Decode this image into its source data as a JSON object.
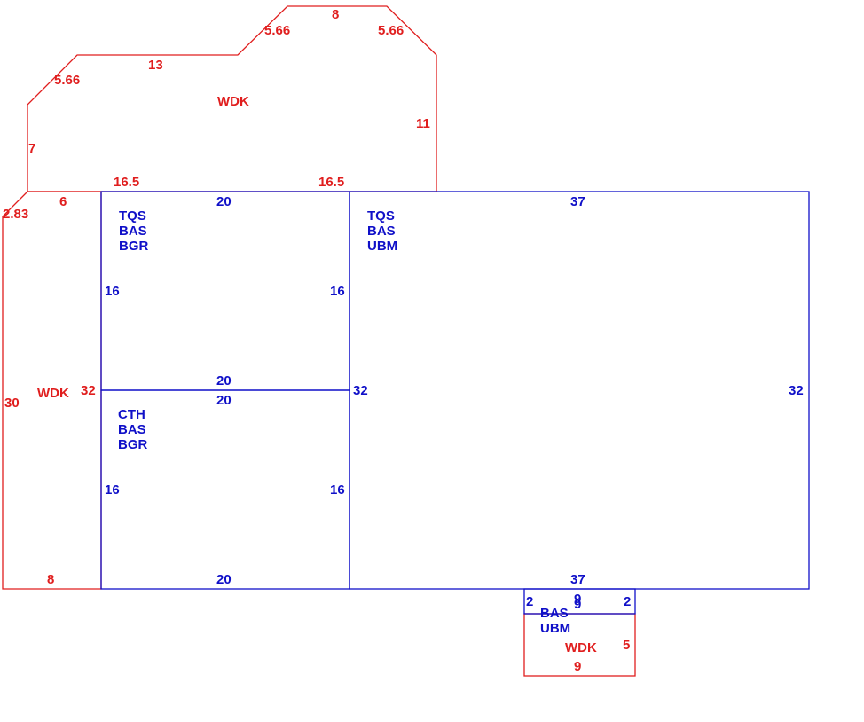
{
  "colors": {
    "wood_deck": "#e01e1e",
    "building": "#1010c8",
    "background": "#ffffff"
  },
  "wdk_top": {
    "code": "WDK",
    "dims": {
      "d1": "5.66",
      "d2": "8",
      "d3": "5.66",
      "d4": "13",
      "d5": "5.66",
      "d6": "11",
      "d7": "7",
      "d8": "16.5",
      "d9": "16.5"
    }
  },
  "wdk_left": {
    "code": "WDK",
    "dims": {
      "d1": "6",
      "d2": "2.83",
      "d3": "30",
      "d4": "32",
      "d5": "8"
    }
  },
  "room_upper_left": {
    "codes": [
      "TQS",
      "BAS",
      "BGR"
    ],
    "dims": {
      "top": "20",
      "left": "16",
      "right": "16",
      "bottom": "20"
    }
  },
  "room_lower_left": {
    "codes": [
      "CTH",
      "BAS",
      "BGR"
    ],
    "dims": {
      "top": "20",
      "left": "16",
      "right": "16",
      "bottom": "20"
    }
  },
  "room_main": {
    "codes": [
      "TQS",
      "BAS",
      "UBM"
    ],
    "dims": {
      "top": "37",
      "left": "32",
      "right": "32",
      "bottom": "37"
    }
  },
  "bay": {
    "codes": [
      "BAS",
      "UBM"
    ],
    "dims": {
      "left": "2",
      "right": "2",
      "top": "9",
      "bottom": "9"
    }
  },
  "wdk_bottom": {
    "code": "WDK",
    "dims": {
      "right": "5",
      "bottom": "9"
    }
  }
}
